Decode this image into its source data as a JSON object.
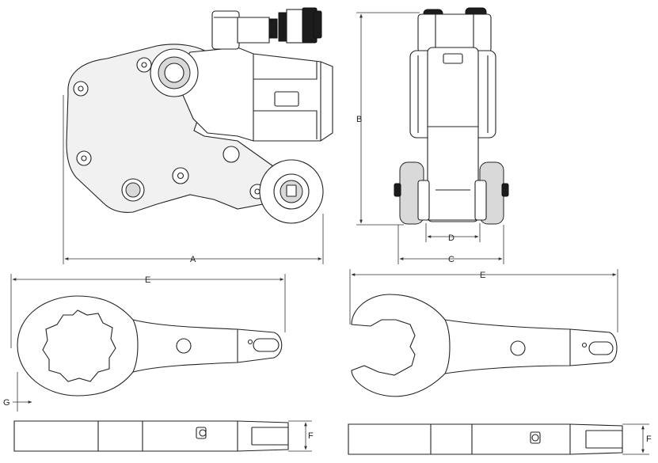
{
  "labels": {
    "A": "A",
    "B": "B",
    "C": "C",
    "D": "D",
    "E_left": "E",
    "E_right": "E",
    "F_left": "F",
    "F_right": "F",
    "G": "G"
  }
}
